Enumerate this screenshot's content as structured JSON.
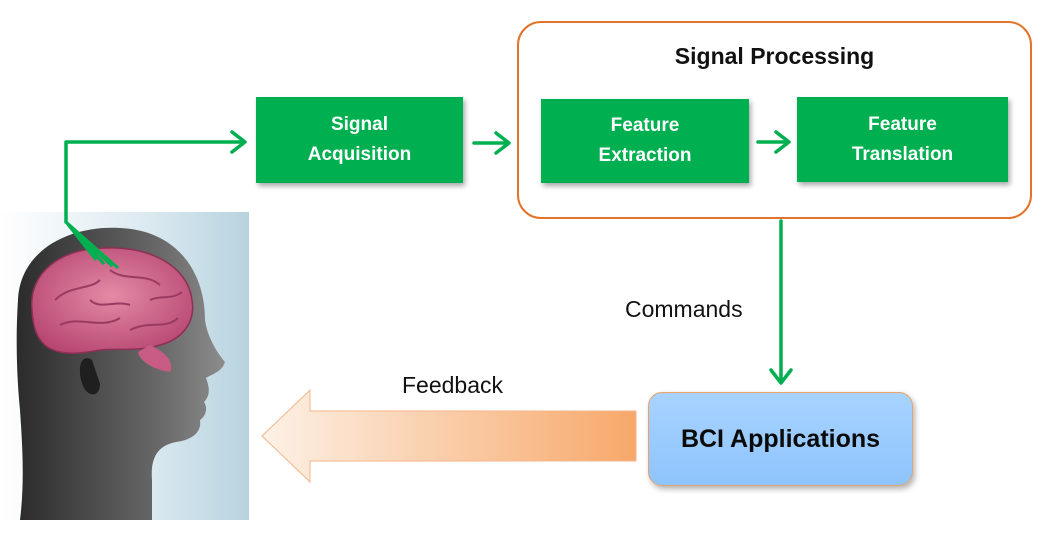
{
  "signal_processing": {
    "title": "Signal Processing"
  },
  "blocks": {
    "signal_acquisition": [
      "Signal",
      "Acquisition"
    ],
    "feature_extraction": [
      "Feature",
      "Extraction"
    ],
    "feature_translation": [
      "Feature",
      "Translation"
    ],
    "bci_applications": "BCI Applications"
  },
  "labels": {
    "commands": "Commands",
    "feedback": "Feedback"
  },
  "colors": {
    "block_green": "#00b050",
    "arrow_green": "#00b050",
    "group_border": "#e1742a",
    "bci_blue": "#9ccbfd",
    "feedback_arrow": "#f7a86a"
  }
}
